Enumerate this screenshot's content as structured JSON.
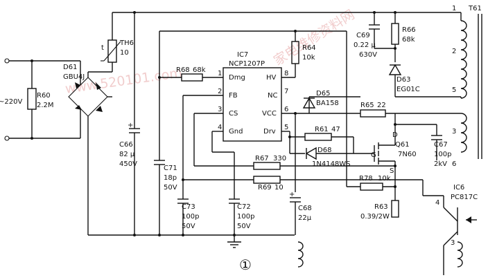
{
  "input": {
    "voltage": "~220V"
  },
  "labels": {
    "r60": "R60",
    "r60_val": "2.2M",
    "d61": "D61",
    "d61_val": "GBU4J",
    "th6": "TH6",
    "th6_val": "10",
    "th6_t": "t",
    "c66": "C66",
    "c66_val1": "82 μ",
    "c66_val2": "450V",
    "c71": "C71",
    "c71_val1": "18p",
    "c71_val2": "50V",
    "c73": "C73",
    "c73_val1": "100p",
    "c73_val2": "50V",
    "c72": "C72",
    "c72_val1": "100p",
    "c72_val2": "50V",
    "c68": "C68",
    "c68_val": "22μ",
    "ic7": "IC7",
    "ic7_part": "NCP1207P",
    "pin_dmg": "Dmg",
    "pin_fb": "FB",
    "pin_cs": "CS",
    "pin_gnd": "Gnd",
    "pin_hv": "HV",
    "pin_nc": "NC",
    "pin_vcc": "VCC",
    "pin_drv": "Drv",
    "p1": "1",
    "p2": "2",
    "p3": "3",
    "p4": "4",
    "p5": "5",
    "p6": "6",
    "p7": "7",
    "p8": "8",
    "r68": "R68",
    "r68_val": "68k",
    "r64": "R64",
    "r64_val": "10k",
    "c69": "C69",
    "c69_val1": "0.22 μ",
    "c69_val2": "630V",
    "r66": "R66",
    "r66_val": "68k",
    "d63": "D63",
    "d63_val": "EG01C",
    "d65": "D65",
    "d65_val": "BA158",
    "r65": "R65",
    "r65_val": "22",
    "r61": "R61",
    "r61_val": "47",
    "d68": "D68",
    "d68_val": "1N4148WS",
    "q61": "Q61",
    "q61_val": "7N60",
    "q_d": "D",
    "q_g": "G",
    "q_s": "S",
    "c67": "C67",
    "c67_val1": "100p",
    "c67_val2": "2kV",
    "r67": "R67",
    "r67_val": "330",
    "r69": "R69",
    "r69_val": "10",
    "r78": "R78",
    "r78_val": "10k",
    "r63": "R63",
    "r63_val": "0.39/2W",
    "t61": "T61",
    "t1": "1",
    "t2": "2",
    "t5": "5",
    "t3": "3",
    "t6": "6",
    "ic6": "IC6",
    "ic6_part": "PC817C",
    "ic6_p4": "4",
    "ic6_p3": "3",
    "page_marker": "①"
  },
  "watermark": [
    "家电维修资料网",
    "www.520101.com"
  ]
}
